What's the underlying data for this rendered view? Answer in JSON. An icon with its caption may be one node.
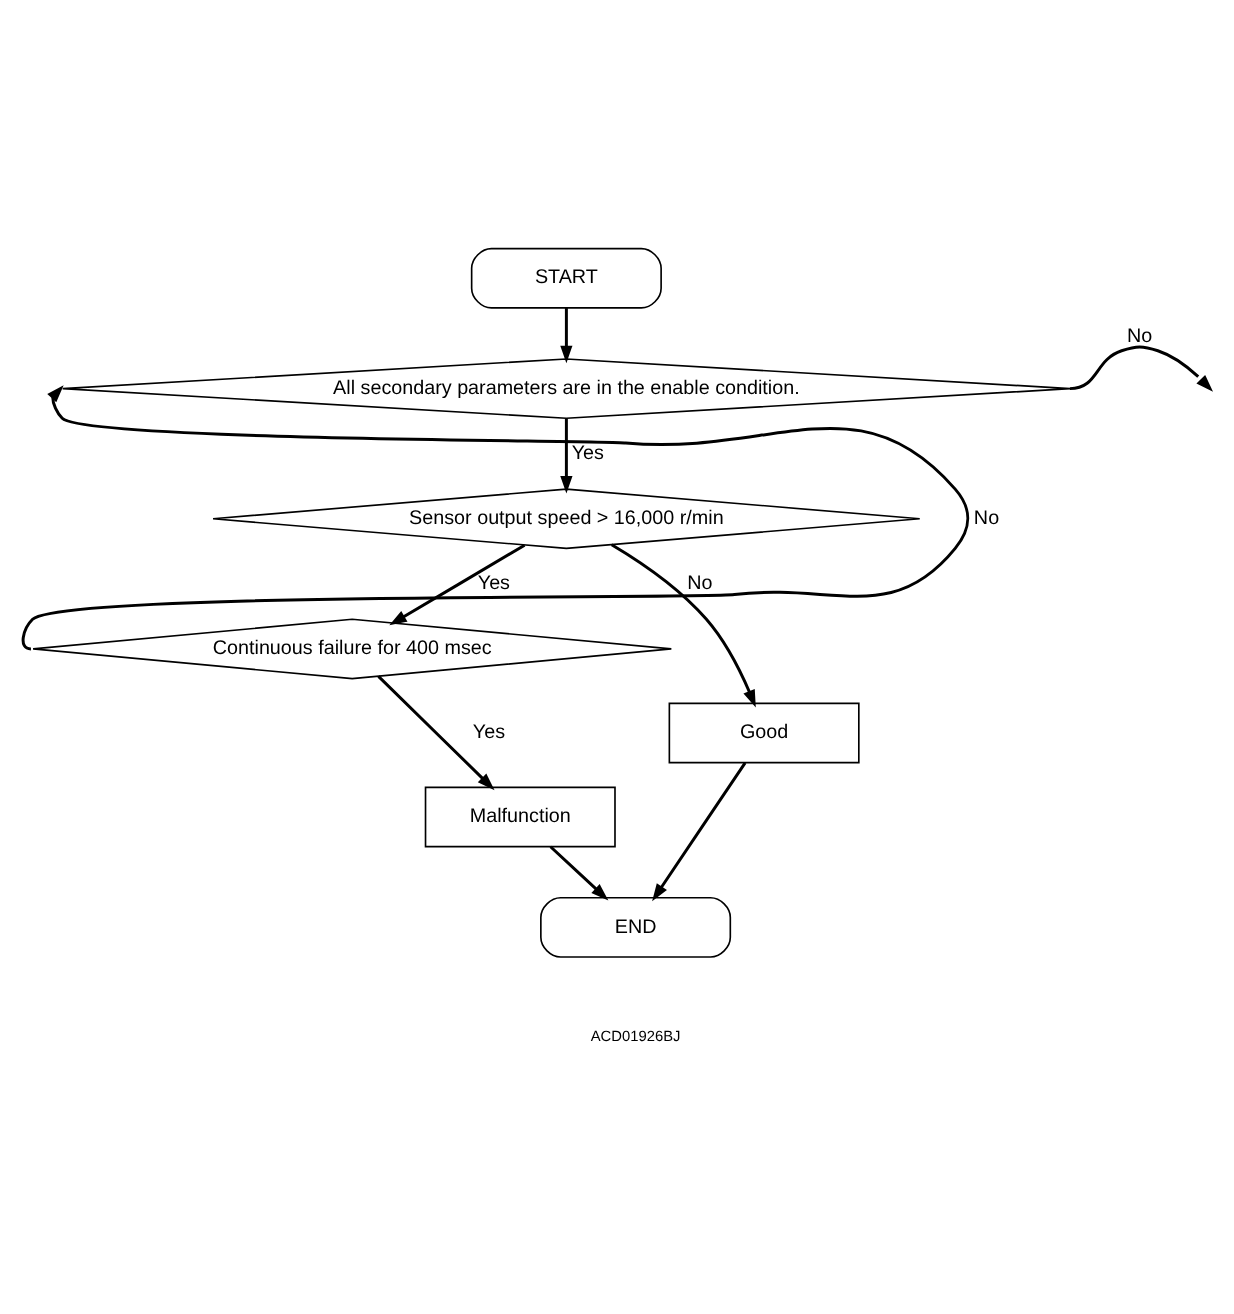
{
  "diagram": {
    "nodes": [
      {
        "text": [
          "START"
        ]
      },
      {
        "text": [
          "All secondary parameters are in the enable condition."
        ]
      },
      {
        "text": [
          "Sensor output speed > 16,000 r/min"
        ]
      },
      {
        "text": [
          "Continuous failure for 400 msec"
        ]
      },
      {
        "text": [
          "Malfunction"
        ]
      },
      {
        "text": [
          "Good"
        ]
      },
      {
        "text": [
          "END"
        ]
      }
    ],
    "edges": [
      {
        "from": 0,
        "to": 1,
        "arrow": "to"
      },
      {
        "from": 1,
        "to": null,
        "arrow": "to",
        "label": "No"
      },
      {
        "from": 1,
        "to": 2,
        "arrow": "to",
        "label": "Yes"
      },
      {
        "from": 2,
        "to": 5,
        "arrow": "to",
        "label": "No"
      },
      {
        "from": 2,
        "to": 3,
        "arrow": "to",
        "label": "Yes"
      },
      {
        "from": 3,
        "to": 1,
        "arrow": "to",
        "label": "No"
      },
      {
        "from": 3,
        "to": 4,
        "arrow": "to",
        "label": "Yes"
      },
      {
        "from": 4,
        "to": 6,
        "arrow": "to"
      },
      {
        "from": 5,
        "to": 6,
        "arrow": "to"
      }
    ],
    "labels": [
      "ACD01926BJ"
    ]
  }
}
